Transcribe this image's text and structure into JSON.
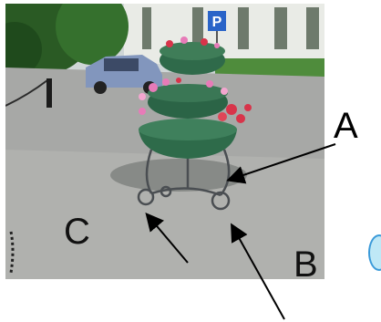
{
  "labels": {
    "a": "A",
    "b": "B",
    "c": "C"
  },
  "colors": {
    "background": "#ffffff",
    "foliage": "#2f6a2a",
    "pavement": "#a9a9a9",
    "planter": "#2f6a4a",
    "flowers_pink": "#e77bb8",
    "flowers_red": "#d8344a",
    "parking_sign": "#2a64c8",
    "car": "#7a8fb6",
    "arrow": "#000000",
    "edge_shape": "#3a9ad9"
  },
  "icons": {
    "parking_sign": "P"
  }
}
